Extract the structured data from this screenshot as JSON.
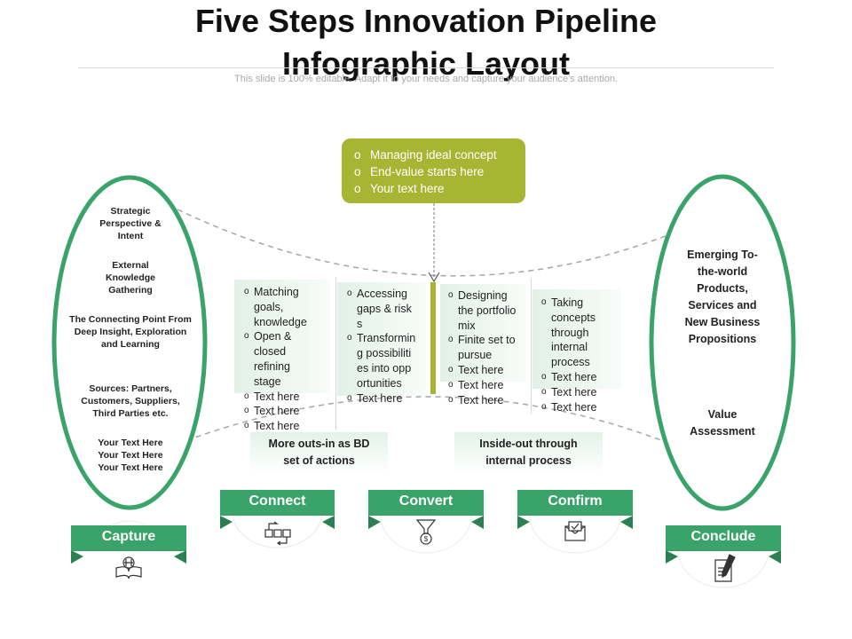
{
  "header": {
    "title_line1": "Five Steps Innovation Pipeline",
    "title_line2": "Infographic Layout",
    "subtitle": "This slide is 100% editable. Adapt it to your needs and capture your audience's attention."
  },
  "left_oval": {
    "items": [
      [
        "Strategic",
        "Perspective &",
        "Intent"
      ],
      [
        "External",
        "Knowledge",
        "Gathering"
      ],
      [
        "The Connecting Point From",
        "Deep Insight, Exploration",
        "and Learning"
      ],
      [
        "Sources: Partners,",
        "Customers, Suppliers,",
        "Third Parties etc."
      ],
      [
        "Your Text Here",
        "Your Text Here",
        "Your Text Here"
      ]
    ]
  },
  "right_oval": {
    "items": [
      [
        "Emerging To-",
        "the-world",
        "Products,",
        "Services and",
        "New Business",
        "Propositions"
      ],
      [
        "Value",
        "Assessment"
      ]
    ]
  },
  "top_box": {
    "bullet": "o",
    "items": [
      "Managing ideal concept",
      "End-value starts here",
      "Your text here"
    ]
  },
  "columns": [
    {
      "bullet": "o",
      "items": [
        "Matching goals, knowledge",
        "Open & closed refining stage",
        "Text here",
        "Text here",
        "Text here"
      ]
    },
    {
      "bullet": "o",
      "items": [
        "Accessing gaps & risks",
        "Transforming possibilities into opportunities",
        "Text here"
      ]
    },
    {
      "bullet": "o",
      "items": [
        "Designing the portfolio mix",
        "Finite set to pursue",
        "Text here",
        "Text here",
        "Text here"
      ]
    },
    {
      "bullet": "o",
      "items": [
        "Taking concepts through internal process",
        "Text here",
        "Text here",
        "Text here"
      ]
    }
  ],
  "middle_labels": {
    "left": [
      "More outs-in as BD",
      "set of actions"
    ],
    "right": [
      "Inside-out through",
      "internal process"
    ]
  },
  "steps": {
    "capture": "Capture",
    "connect": "Connect",
    "convert": "Convert",
    "confirm": "Confirm",
    "conclude": "Conclude"
  },
  "colors": {
    "green": "#3aa36a",
    "olive": "#a7b632",
    "dashed": "#a6a6a6"
  },
  "icons": {
    "capture": "brain-book-icon",
    "connect": "flow-process-icon",
    "convert": "funnel-dollar-icon",
    "confirm": "approved-envelope-icon",
    "conclude": "document-pen-icon"
  }
}
